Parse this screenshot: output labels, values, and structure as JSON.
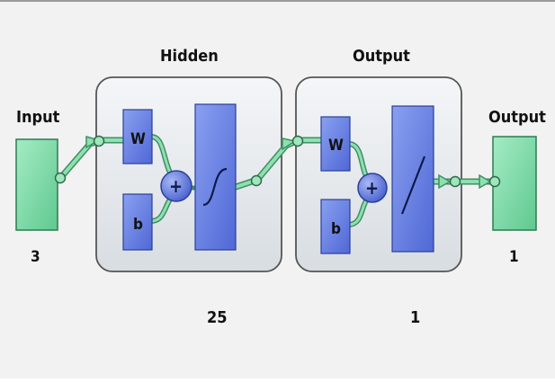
{
  "diagram": {
    "input": {
      "label": "Input",
      "size": "3"
    },
    "hidden_layer": {
      "title": "Hidden",
      "weight_label": "W",
      "bias_label": "b",
      "sum_symbol": "+",
      "size": "25",
      "transfer": "sigmoid"
    },
    "output_layer": {
      "title": "Output",
      "weight_label": "W",
      "bias_label": "b",
      "sum_symbol": "+",
      "size": "1",
      "transfer": "linear"
    },
    "output": {
      "label": "Output",
      "size": "1"
    },
    "colors": {
      "background": "#f2f2f2",
      "io_fill": "#7fdba8",
      "io_stroke": "#2f7a52",
      "layer_fill": "#e2e6ea",
      "layer_stroke": "#555555",
      "block_fill": "#6d86e8",
      "block_stroke": "#2c3f96",
      "connector": "#7fd4a2",
      "connector_dark": "#3f8f63"
    }
  }
}
